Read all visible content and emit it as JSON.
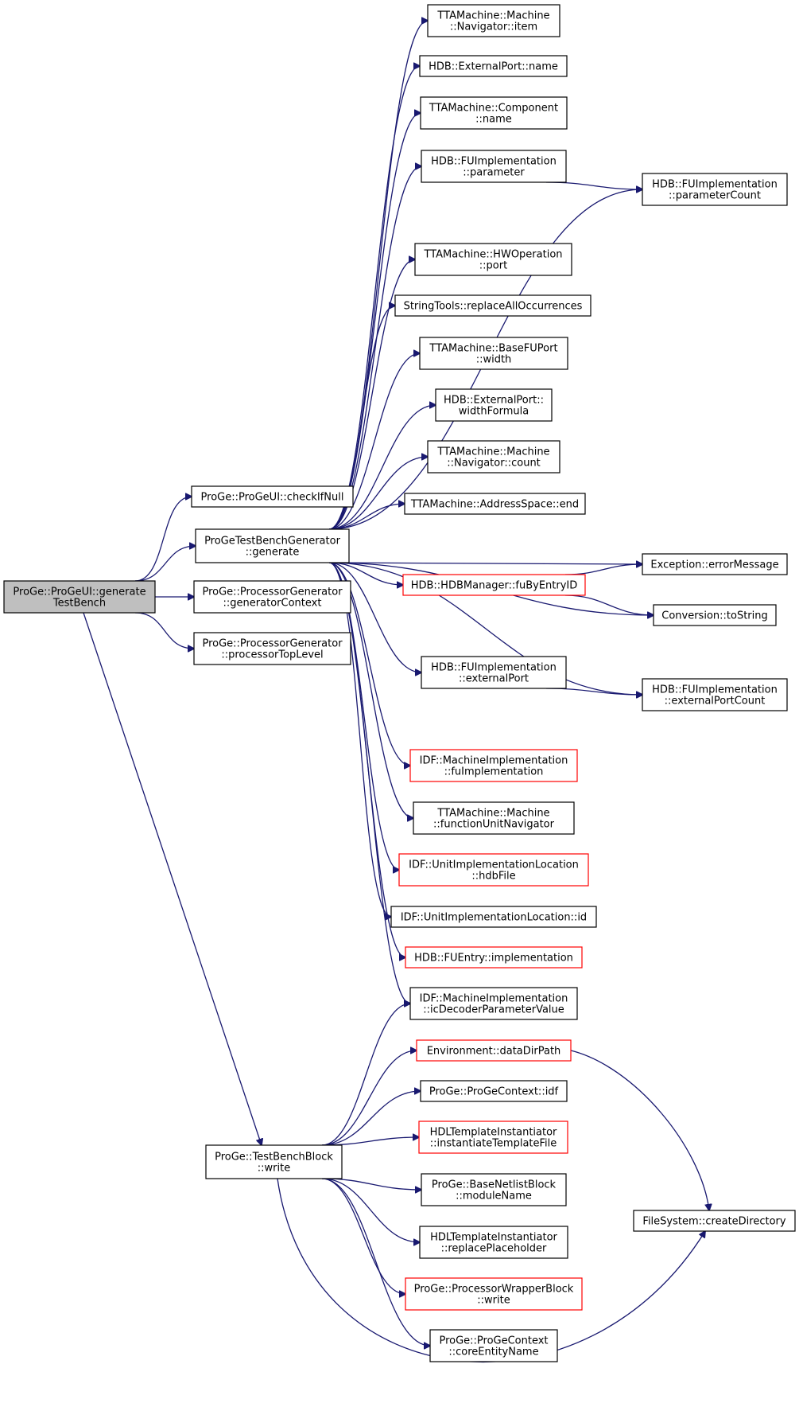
{
  "diagram": {
    "colors": {
      "edge": "#191970",
      "root_fill": "#bfbfbf",
      "border": "#000000",
      "undocumented_border": "#ff0000"
    },
    "nodes": [
      {
        "id": "generateTestBench",
        "lines": [
          "ProGe::ProGeUI::generate",
          "TestBench"
        ],
        "style": "root"
      },
      {
        "id": "checkIfNull",
        "lines": [
          "ProGe::ProGeUI::checkIfNull"
        ],
        "style": "normal"
      },
      {
        "id": "tbgen",
        "lines": [
          "ProGeTestBenchGenerator",
          "::generate"
        ],
        "style": "normal"
      },
      {
        "id": "genContext",
        "lines": [
          "ProGe::ProcessorGenerator",
          "::generatorContext"
        ],
        "style": "normal"
      },
      {
        "id": "procTop",
        "lines": [
          "ProGe::ProcessorGenerator",
          "::processorTopLevel"
        ],
        "style": "normal"
      },
      {
        "id": "tbwrite",
        "lines": [
          "ProGe::TestBenchBlock",
          "::write"
        ],
        "style": "normal"
      },
      {
        "id": "navItem",
        "lines": [
          "TTAMachine::Machine",
          "::Navigator::item"
        ],
        "style": "normal"
      },
      {
        "id": "extName",
        "lines": [
          "HDB::ExternalPort::name"
        ],
        "style": "normal"
      },
      {
        "id": "compName",
        "lines": [
          "TTAMachine::Component",
          "::name"
        ],
        "style": "normal"
      },
      {
        "id": "fuParam",
        "lines": [
          "HDB::FUImplementation",
          "::parameter"
        ],
        "style": "normal"
      },
      {
        "id": "fuParamCount",
        "lines": [
          "HDB::FUImplementation",
          "::parameterCount"
        ],
        "style": "normal"
      },
      {
        "id": "hwPort",
        "lines": [
          "TTAMachine::HWOperation",
          "::port"
        ],
        "style": "normal"
      },
      {
        "id": "replaceAll",
        "lines": [
          "StringTools::replaceAllOccurrences"
        ],
        "style": "normal"
      },
      {
        "id": "fuPortWidth",
        "lines": [
          "TTAMachine::BaseFUPort",
          "::width"
        ],
        "style": "normal"
      },
      {
        "id": "widthFormula",
        "lines": [
          "HDB::ExternalPort::",
          "widthFormula"
        ],
        "style": "normal"
      },
      {
        "id": "navCount",
        "lines": [
          "TTAMachine::Machine",
          "::Navigator::count"
        ],
        "style": "normal"
      },
      {
        "id": "asEnd",
        "lines": [
          "TTAMachine::AddressSpace::end"
        ],
        "style": "normal"
      },
      {
        "id": "errMsg",
        "lines": [
          "Exception::errorMessage"
        ],
        "style": "normal"
      },
      {
        "id": "fuByEntry",
        "lines": [
          "HDB::HDBManager::fuByEntryID"
        ],
        "style": "undocumented"
      },
      {
        "id": "toString",
        "lines": [
          "Conversion::toString"
        ],
        "style": "normal"
      },
      {
        "id": "extPort",
        "lines": [
          "HDB::FUImplementation",
          "::externalPort"
        ],
        "style": "normal"
      },
      {
        "id": "extPortCount",
        "lines": [
          "HDB::FUImplementation",
          "::externalPortCount"
        ],
        "style": "normal"
      },
      {
        "id": "fuImpl",
        "lines": [
          "IDF::MachineImplementation",
          "::fuImplementation"
        ],
        "style": "undocumented"
      },
      {
        "id": "fuNav",
        "lines": [
          "TTAMachine::Machine",
          "::functionUnitNavigator"
        ],
        "style": "normal"
      },
      {
        "id": "hdbFile",
        "lines": [
          "IDF::UnitImplementationLocation",
          "::hdbFile"
        ],
        "style": "undocumented"
      },
      {
        "id": "uilId",
        "lines": [
          "IDF::UnitImplementationLocation::id"
        ],
        "style": "normal"
      },
      {
        "id": "fuEntryImpl",
        "lines": [
          "HDB::FUEntry::implementation"
        ],
        "style": "undocumented"
      },
      {
        "id": "icDecParam",
        "lines": [
          "IDF::MachineImplementation",
          "::icDecoderParameterValue"
        ],
        "style": "normal"
      },
      {
        "id": "dataDir",
        "lines": [
          "Environment::dataDirPath"
        ],
        "style": "undocumented"
      },
      {
        "id": "ctxIdf",
        "lines": [
          "ProGe::ProGeContext::idf"
        ],
        "style": "normal"
      },
      {
        "id": "instTpl",
        "lines": [
          "HDLTemplateInstantiator",
          "::instantiateTemplateFile"
        ],
        "style": "undocumented"
      },
      {
        "id": "modName",
        "lines": [
          "ProGe::BaseNetlistBlock",
          "::moduleName"
        ],
        "style": "normal"
      },
      {
        "id": "replPh",
        "lines": [
          "HDLTemplateInstantiator",
          "::replacePlaceholder"
        ],
        "style": "normal"
      },
      {
        "id": "pwWrite",
        "lines": [
          "ProGe::ProcessorWrapperBlock",
          "::write"
        ],
        "style": "undocumented"
      },
      {
        "id": "coreName",
        "lines": [
          "ProGe::ProGeContext",
          "::coreEntityName"
        ],
        "style": "normal"
      },
      {
        "id": "createDir",
        "lines": [
          "FileSystem::createDirectory"
        ],
        "style": "normal"
      }
    ],
    "edges": [
      [
        "generateTestBench",
        "checkIfNull"
      ],
      [
        "generateTestBench",
        "tbgen"
      ],
      [
        "generateTestBench",
        "genContext"
      ],
      [
        "generateTestBench",
        "procTop"
      ],
      [
        "generateTestBench",
        "tbwrite"
      ],
      [
        "tbgen",
        "navItem"
      ],
      [
        "tbgen",
        "extName"
      ],
      [
        "tbgen",
        "compName"
      ],
      [
        "tbgen",
        "fuParam"
      ],
      [
        "tbgen",
        "fuParamCount"
      ],
      [
        "fuParam",
        "fuParamCount"
      ],
      [
        "tbgen",
        "hwPort"
      ],
      [
        "tbgen",
        "replaceAll"
      ],
      [
        "tbgen",
        "fuPortWidth"
      ],
      [
        "tbgen",
        "widthFormula"
      ],
      [
        "tbgen",
        "navCount"
      ],
      [
        "tbgen",
        "asEnd"
      ],
      [
        "tbgen",
        "errMsg"
      ],
      [
        "tbgen",
        "fuByEntry"
      ],
      [
        "fuByEntry",
        "errMsg"
      ],
      [
        "fuByEntry",
        "toString"
      ],
      [
        "tbgen",
        "toString"
      ],
      [
        "tbgen",
        "extPort"
      ],
      [
        "extPort",
        "extPortCount"
      ],
      [
        "tbgen",
        "extPortCount"
      ],
      [
        "tbgen",
        "fuImpl"
      ],
      [
        "tbgen",
        "fuNav"
      ],
      [
        "tbgen",
        "hdbFile"
      ],
      [
        "tbgen",
        "uilId"
      ],
      [
        "tbgen",
        "fuEntryImpl"
      ],
      [
        "tbgen",
        "icDecParam"
      ],
      [
        "tbwrite",
        "icDecParam"
      ],
      [
        "tbwrite",
        "dataDir"
      ],
      [
        "dataDir",
        "createDir"
      ],
      [
        "tbwrite",
        "ctxIdf"
      ],
      [
        "tbwrite",
        "instTpl"
      ],
      [
        "tbwrite",
        "modName"
      ],
      [
        "tbwrite",
        "replPh"
      ],
      [
        "tbwrite",
        "pwWrite"
      ],
      [
        "tbwrite",
        "coreName"
      ],
      [
        "tbwrite",
        "createDir"
      ]
    ]
  }
}
